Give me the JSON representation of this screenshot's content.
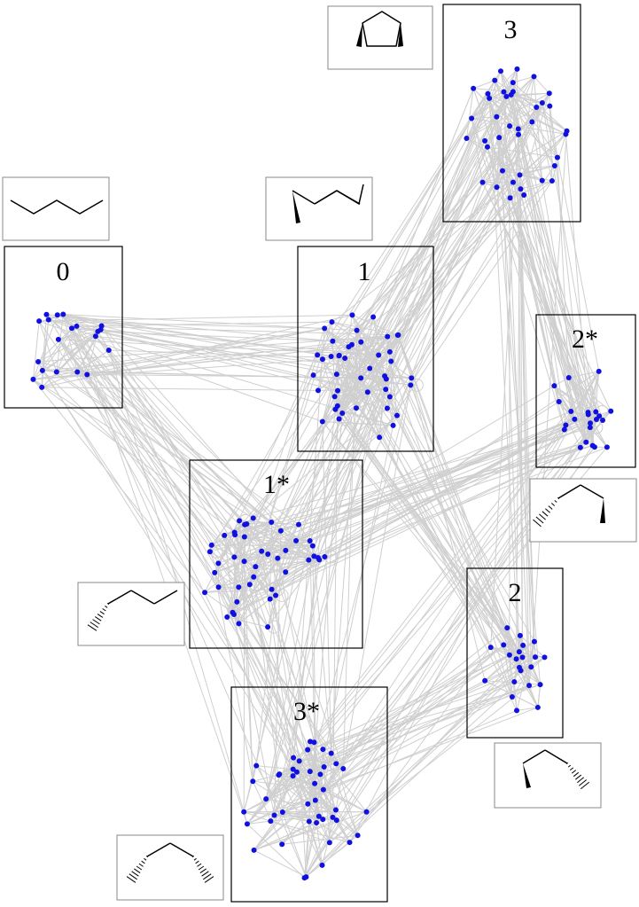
{
  "diagram": {
    "node_color": "#1010e0",
    "edge_color": "#cfcfcf",
    "clusters": [
      {
        "id": "c0",
        "label": "0",
        "nodes": 20,
        "molecule": "m-zigzag"
      },
      {
        "id": "c1",
        "label": "1",
        "nodes": 45,
        "molecule": "m-wedge-left"
      },
      {
        "id": "c3",
        "label": "3",
        "nodes": 40,
        "molecule": "m-ring-wedges"
      },
      {
        "id": "c2s",
        "label": "2*",
        "nodes": 22,
        "molecule": "m-hash-wedge"
      },
      {
        "id": "c1s",
        "label": "1*",
        "nodes": 45,
        "molecule": "m-hash-left"
      },
      {
        "id": "c2",
        "label": "2",
        "nodes": 22,
        "molecule": "m-wedge-hash"
      },
      {
        "id": "c3s",
        "label": "3*",
        "nodes": 45,
        "molecule": "m-hash-hash"
      }
    ],
    "molecules": [
      {
        "id": "m-zigzag",
        "type": "zigzag"
      },
      {
        "id": "m-wedge-left",
        "type": "wedge-left"
      },
      {
        "id": "m-ring-wedges",
        "type": "ring-wedges"
      },
      {
        "id": "m-hash-wedge",
        "type": "hash-wedge"
      },
      {
        "id": "m-hash-left",
        "type": "hash-left"
      },
      {
        "id": "m-wedge-hash",
        "type": "wedge-hash"
      },
      {
        "id": "m-hash-hash",
        "type": "hash-hash"
      }
    ]
  }
}
